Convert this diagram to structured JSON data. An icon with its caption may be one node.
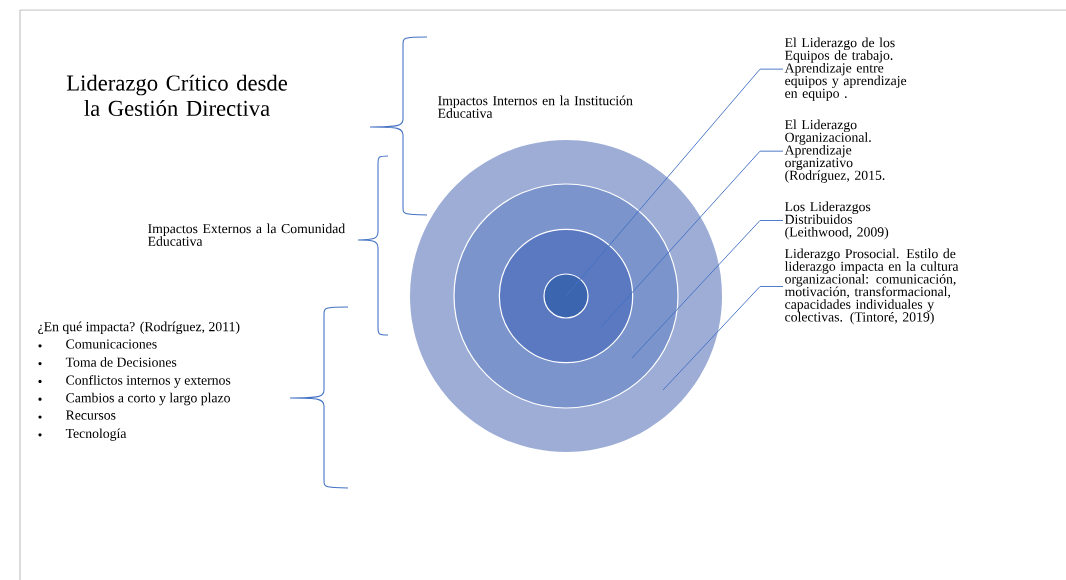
{
  "diagram": {
    "title": "Liderazgo Crítico desde la Gestión Directiva",
    "nodes": [
      {
        "text": [
          "El Liderazgo de los Equipos de trabajo. Aprendizaje entre equipos y aprendizaje en equipo ."
        ]
      },
      {
        "text": [
          "El Liderazgo Organizacional. Aprendizaje organizativo (Rodríguez, 2015."
        ]
      },
      {
        "text": [
          "Los Liderazgos Distribuidos (Leithwood, 2009)"
        ]
      },
      {
        "text": [
          "Liderazgo Prosocial. Estilo de liderazgo impacta en la cultura organizacional: comunicación, motivación, transformacional, capacidades individuales y colectivas. (Tintoré, 2019)"
        ]
      },
      {
        "text": [],
        "shape": "circle"
      },
      {
        "text": [],
        "shape": "circle",
        "in": 4
      },
      {
        "text": [],
        "shape": "circle",
        "in": 5
      },
      {
        "text": [],
        "shape": "circle",
        "in": 6
      }
    ],
    "edges": [
      {
        "from": 0,
        "to": 7,
        "arrow": "none"
      },
      {
        "from": 1,
        "to": 6,
        "arrow": "none"
      },
      {
        "from": 2,
        "to": 5,
        "arrow": "none"
      },
      {
        "from": 3,
        "to": 4,
        "arrow": "none"
      }
    ],
    "labels": [
      "Impactos Internos en la Institución Educativa",
      "Impactos Externos a la Comunidad Educativa",
      "¿En qué impacta? (Rodríguez, 2011)",
      "Comunicaciones",
      "Toma de Decisiones",
      "Conflictos internos y externos",
      "Cambios a corto y largo plazo",
      "Recursos",
      "Tecnología"
    ]
  }
}
